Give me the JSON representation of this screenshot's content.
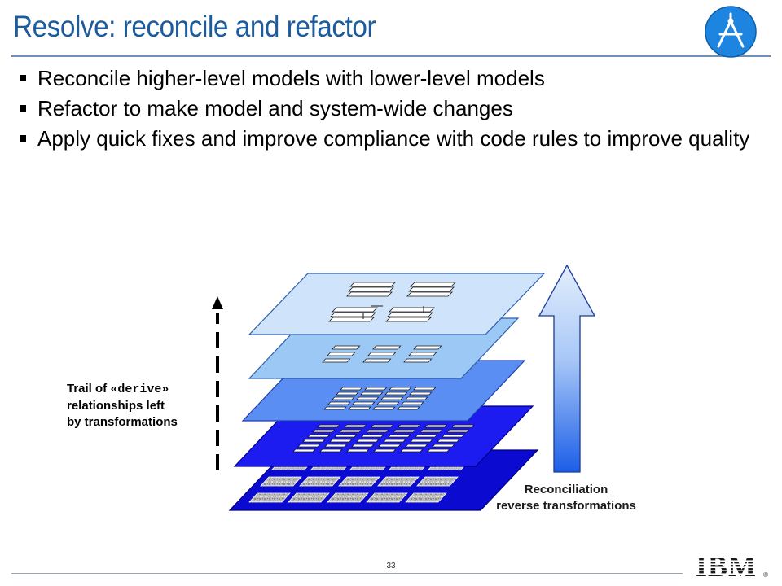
{
  "slide": {
    "title": "Resolve: reconcile and refactor",
    "bullets": [
      "Reconcile higher-level models with lower-level models",
      "Refactor to make model and system-wide changes",
      "Apply quick fixes and improve compliance with code rules to improve quality"
    ],
    "trail_label": {
      "line1_prefix": "Trail of ",
      "line1_code": "«derive»",
      "line2": "relationships left",
      "line3": "by transformations"
    },
    "reconciliation_label": {
      "line1": "Reconciliation",
      "line2": "reverse transformations"
    },
    "page_number": "33",
    "logo_text": "IBM",
    "logo_mark": "®"
  },
  "colors": {
    "title": "#1a5c9e",
    "layer_top": "#cfe4fb",
    "layer_2": "#9cc8f6",
    "layer_3": "#5b8ef2",
    "layer_4": "#1c1cf0",
    "layer_bottom": "#0a0ad0",
    "arrow_top": "#e2eefc",
    "arrow_bottom": "#1c5ee8",
    "badge": "#1d84df"
  },
  "icons": {
    "top_right_badge": "compass-icon",
    "trail_arrow": "dashed-arrow-up-icon",
    "reconciliation_arrow": "arrow-up-icon"
  }
}
